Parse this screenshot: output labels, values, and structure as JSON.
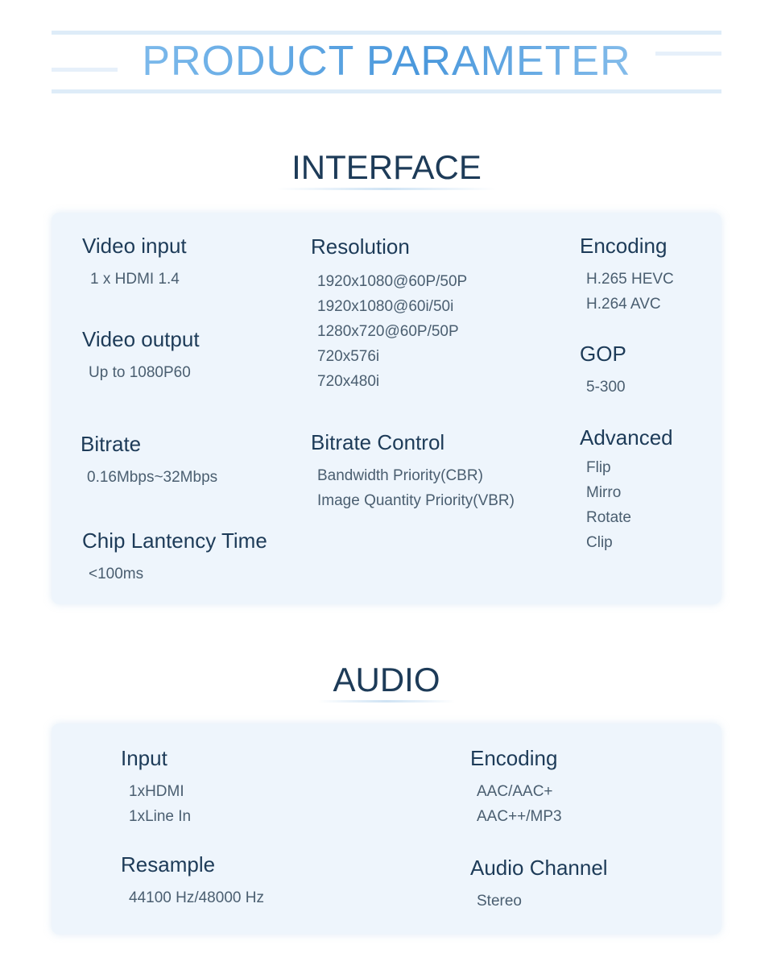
{
  "header": {
    "title": "PRODUCT PARAMETER"
  },
  "interface": {
    "title": "INTERFACE",
    "video_input": {
      "label": "Video input",
      "values": [
        "1 x HDMI 1.4"
      ]
    },
    "video_output": {
      "label": "Video output",
      "values": [
        "Up to 1080P60"
      ]
    },
    "bitrate": {
      "label": "Bitrate",
      "values": [
        "0.16Mbps~32Mbps"
      ]
    },
    "chip_latency": {
      "label": "Chip Lantency Time",
      "values": [
        "<100ms"
      ]
    },
    "resolution": {
      "label": "Resolution",
      "values": [
        "1920x1080@60P/50P",
        "1920x1080@60i/50i",
        "1280x720@60P/50P",
        "720x576i",
        "720x480i"
      ]
    },
    "bitrate_control": {
      "label": "Bitrate Control",
      "values": [
        "Bandwidth Priority(CBR)",
        "Image Quantity Priority(VBR)"
      ]
    },
    "encoding": {
      "label": "Encoding",
      "values": [
        "H.265 HEVC",
        "H.264 AVC"
      ]
    },
    "gop": {
      "label": "GOP",
      "values": [
        "5-300"
      ]
    },
    "advanced": {
      "label": "Advanced",
      "values": [
        "Flip",
        "Mirro",
        "Rotate",
        "Clip"
      ]
    }
  },
  "audio": {
    "title": "AUDIO",
    "input": {
      "label": "Input",
      "values": [
        "1xHDMI",
        "1xLine In"
      ]
    },
    "resample": {
      "label": "Resample",
      "values": [
        "44100 Hz/48000 Hz"
      ]
    },
    "encoding": {
      "label": "Encoding",
      "values": [
        "AAC/AAC+",
        "AAC++/MP3"
      ]
    },
    "audio_channel": {
      "label": "Audio Channel",
      "values": [
        "Stereo"
      ]
    }
  }
}
